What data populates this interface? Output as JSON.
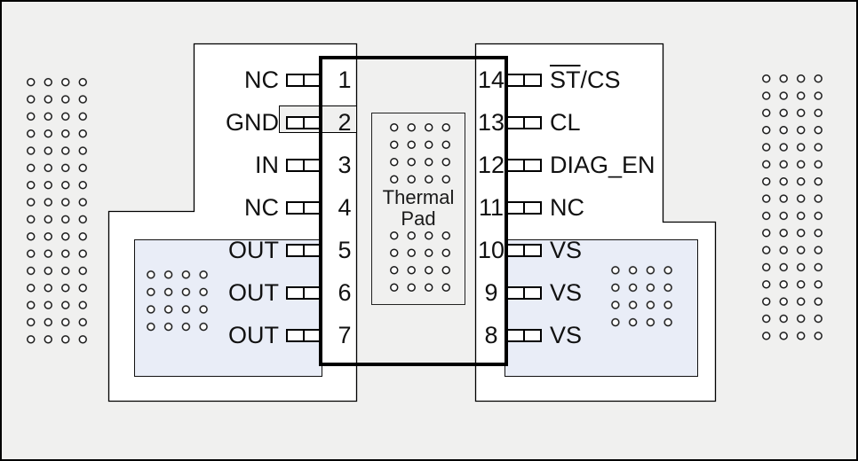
{
  "diagram": {
    "ic": {
      "thermal_pad_line1": "Thermal",
      "thermal_pad_line2": "Pad"
    },
    "left_pins": [
      {
        "num": "1",
        "label": "NC"
      },
      {
        "num": "2",
        "label": "GND"
      },
      {
        "num": "3",
        "label": "IN"
      },
      {
        "num": "4",
        "label": "NC"
      },
      {
        "num": "5",
        "label": "OUT"
      },
      {
        "num": "6",
        "label": "OUT"
      },
      {
        "num": "7",
        "label": "OUT"
      }
    ],
    "right_pins": [
      {
        "num": "14",
        "label_overline": "ST",
        "label_rest": "/CS"
      },
      {
        "num": "13",
        "label_overline": "",
        "label_rest": "CL"
      },
      {
        "num": "12",
        "label_overline": "",
        "label_rest": "DIAG_EN"
      },
      {
        "num": "11",
        "label_overline": "",
        "label_rest": "NC"
      },
      {
        "num": "10",
        "label_overline": "",
        "label_rest": "VS"
      },
      {
        "num": "9",
        "label_overline": "",
        "label_rest": "VS"
      },
      {
        "num": "8",
        "label_overline": "",
        "label_rest": "VS"
      }
    ],
    "colors": {
      "canvas_background": "#f0f0ef",
      "board_region_fill": "#ffffff",
      "highlight_region_fill": "#e9edf7",
      "outline": "#000000"
    }
  }
}
